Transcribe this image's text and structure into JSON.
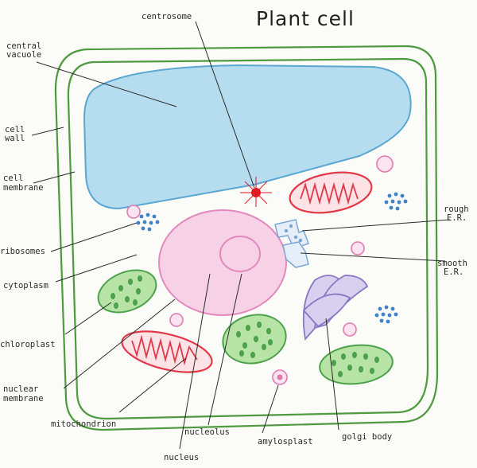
{
  "title": "Plant cell",
  "labels": {
    "centrosome": "centrosome",
    "central_vacuole": [
      "central",
      "vacuole"
    ],
    "cell_wall": [
      "cell",
      "wall"
    ],
    "cell_membrane": [
      "cell",
      "membrane"
    ],
    "ribosomes": "ribosomes",
    "cytoplasm": "cytoplasm",
    "chloroplast": "chloroplast",
    "nuclear_membrane": [
      "nuclear",
      "membrane"
    ],
    "mitochondrion": "mitochondrion",
    "nucleus": "nucleus",
    "nucleolus": "nucleolus",
    "amylosplast": "amylosplast",
    "golgi_body": "golgi body",
    "rough_er": [
      "rough",
      "E.R."
    ],
    "smooth_er": [
      "smooth",
      "E.R."
    ]
  },
  "colors": {
    "cell_wall": "#4e9a3e",
    "vacuole_fill": "#b5dcef",
    "vacuole_stroke": "#5aa7d2",
    "nucleus_fill": "#f7d2e6",
    "nucleus_stroke": "#e389be",
    "mitochondrion": "#e2394a",
    "chloroplast_fill": "#b7e3a6",
    "chloroplast_stroke": "#4ba24a",
    "ribosome": "#3f82c8",
    "golgi": "#8a76c4",
    "er": "#7aa6d6",
    "centrosome": "#e11a22",
    "vesicle": "#e07ab0"
  }
}
